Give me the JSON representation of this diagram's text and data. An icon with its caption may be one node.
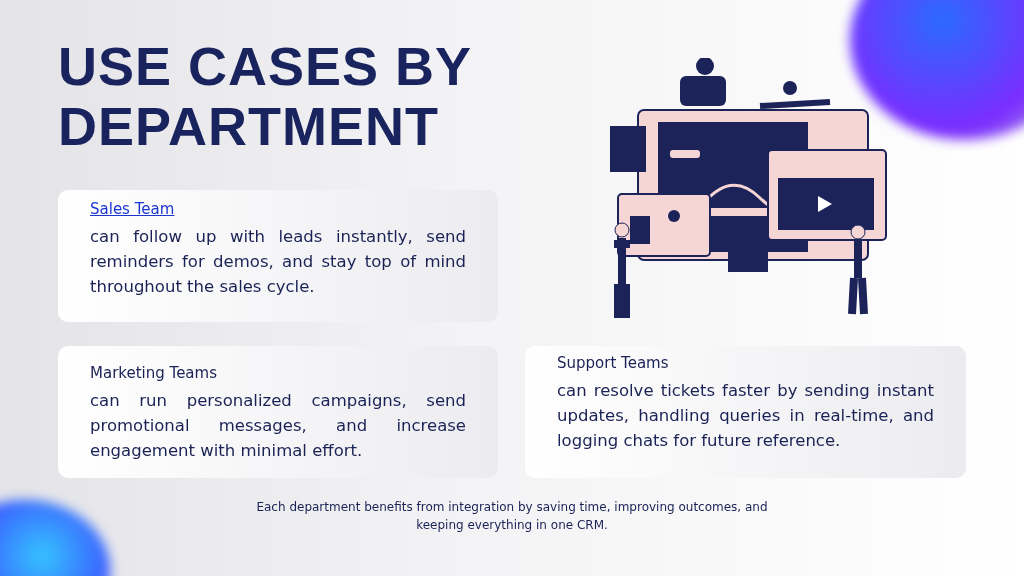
{
  "diagram": {
    "title": "USE CASES BY DEPARTMENT",
    "caption": "Each department benefits from integration by saving time, improving outcomes, and keeping everything in one CRM.",
    "nodes": [
      {
        "text": [
          "Sales Team",
          "can follow up with leads instantly, send reminders for demos, and stay top of mind throughout the sales cycle."
        ]
      },
      {
        "text": [
          "Marketing Teams",
          "can run personalized campaigns, send promotional messages, and increase engagement with minimal effort."
        ]
      },
      {
        "text": [
          "Support Teams",
          "can resolve tickets faster by sending instant updates, handling queries in real-time, and logging chats for future reference."
        ]
      }
    ],
    "edges": []
  }
}
